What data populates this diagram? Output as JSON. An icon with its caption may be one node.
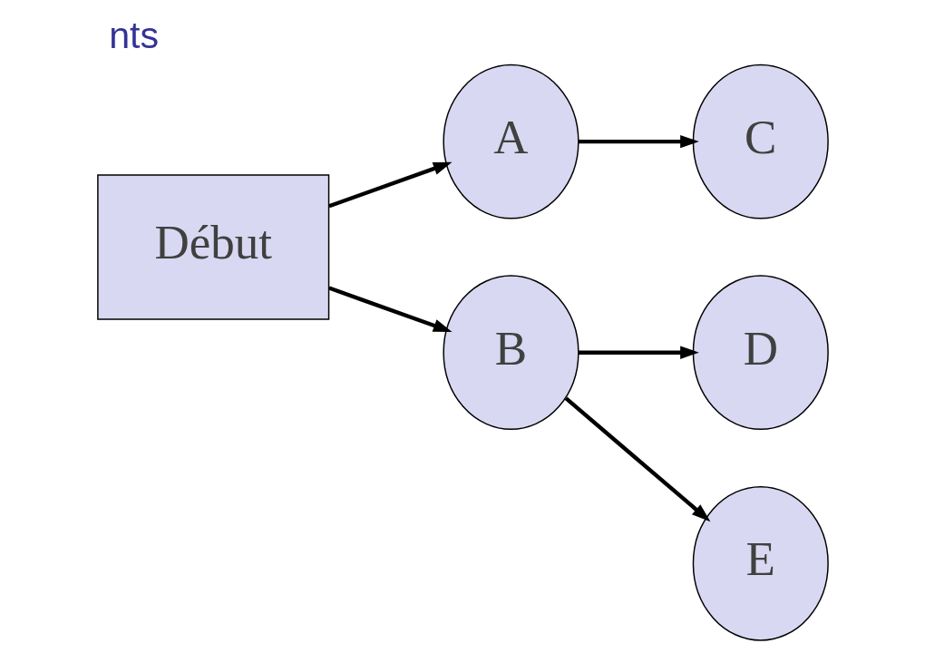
{
  "diagram": {
    "title": "nts",
    "nodes": [
      {
        "text": [
          "Début"
        ]
      },
      {
        "text": [
          "A"
        ]
      },
      {
        "text": [
          "B"
        ]
      },
      {
        "text": [
          "C"
        ]
      },
      {
        "text": [
          "D"
        ]
      },
      {
        "text": [
          "E"
        ]
      }
    ],
    "edges": [
      {
        "from": 0,
        "to": 1,
        "arrow": "to"
      },
      {
        "from": 0,
        "to": 2,
        "arrow": "to"
      },
      {
        "from": 1,
        "to": 3,
        "arrow": "to"
      },
      {
        "from": 2,
        "to": 4,
        "arrow": "to"
      },
      {
        "from": 2,
        "to": 5,
        "arrow": "to"
      }
    ]
  }
}
